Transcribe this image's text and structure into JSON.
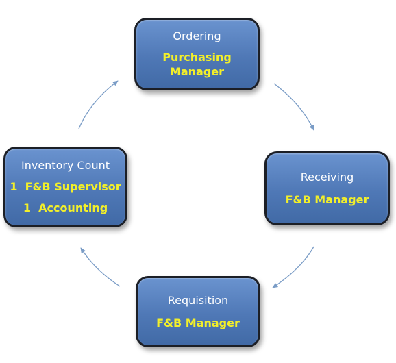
{
  "diagram": {
    "steps": [
      {
        "title": "Ordering",
        "roles": [
          "Purchasing",
          "Manager"
        ]
      },
      {
        "title": "Receiving",
        "roles": [
          "F&B Manager"
        ]
      },
      {
        "title": "Requisition",
        "roles": [
          "F&B Manager"
        ]
      },
      {
        "title": "Inventory Count",
        "roles": [
          "1  F&B Supervisor",
          "1  Accounting"
        ]
      }
    ],
    "colors": {
      "box_fill": "#4f78b6",
      "box_border": "#1c1f26",
      "title_text": "#ffffff",
      "role_text": "#f2ef2a",
      "arrow": "#7a9cc6"
    }
  }
}
